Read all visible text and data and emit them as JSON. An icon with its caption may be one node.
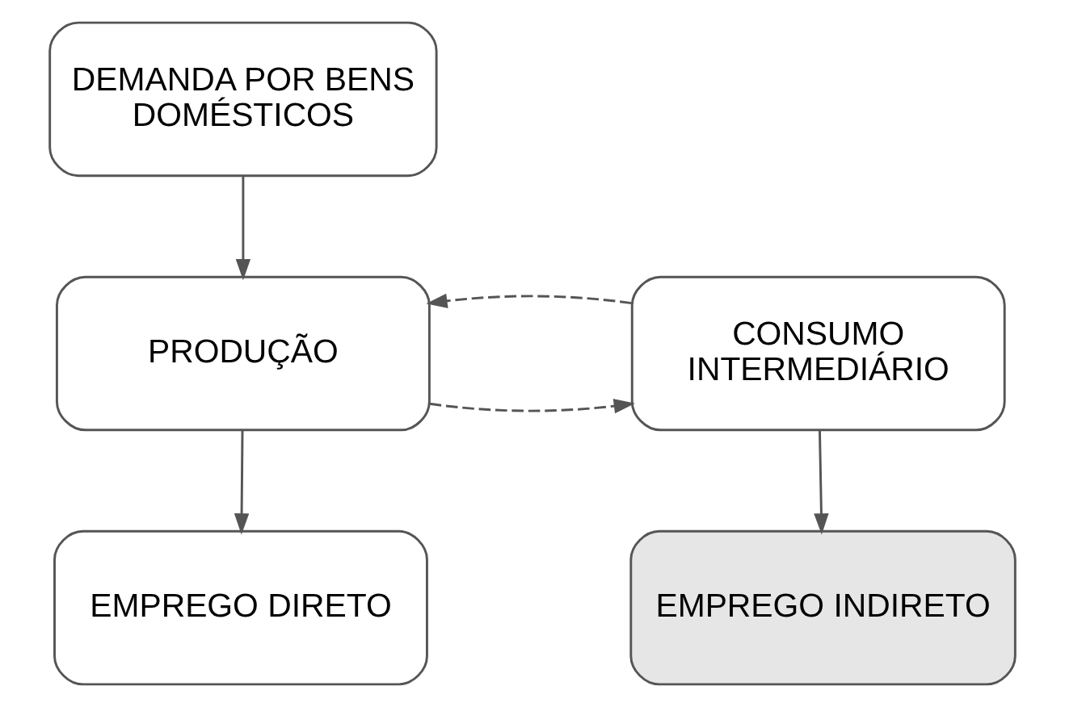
{
  "diagram": {
    "nodes": [
      {
        "text": [
          "DEMANDA POR BENS DOMÉSTICOS"
        ]
      },
      {
        "text": [
          "PRODUÇÃO"
        ]
      },
      {
        "text": [
          "CONSUMO INTERMEDIÁRIO"
        ]
      },
      {
        "text": [
          "EMPREGO DIRETO"
        ]
      },
      {
        "text": [
          "EMPREGO INDIRETO"
        ]
      }
    ],
    "edges": [
      {
        "from": 0,
        "to": 1,
        "arrow": "to"
      },
      {
        "from": 1,
        "to": 2,
        "arrow": "to",
        "style": "dashed"
      },
      {
        "from": 2,
        "to": 1,
        "arrow": "to",
        "style": "dashed"
      },
      {
        "from": 1,
        "to": 3,
        "arrow": "to"
      },
      {
        "from": 2,
        "to": 4,
        "arrow": "to"
      }
    ]
  }
}
